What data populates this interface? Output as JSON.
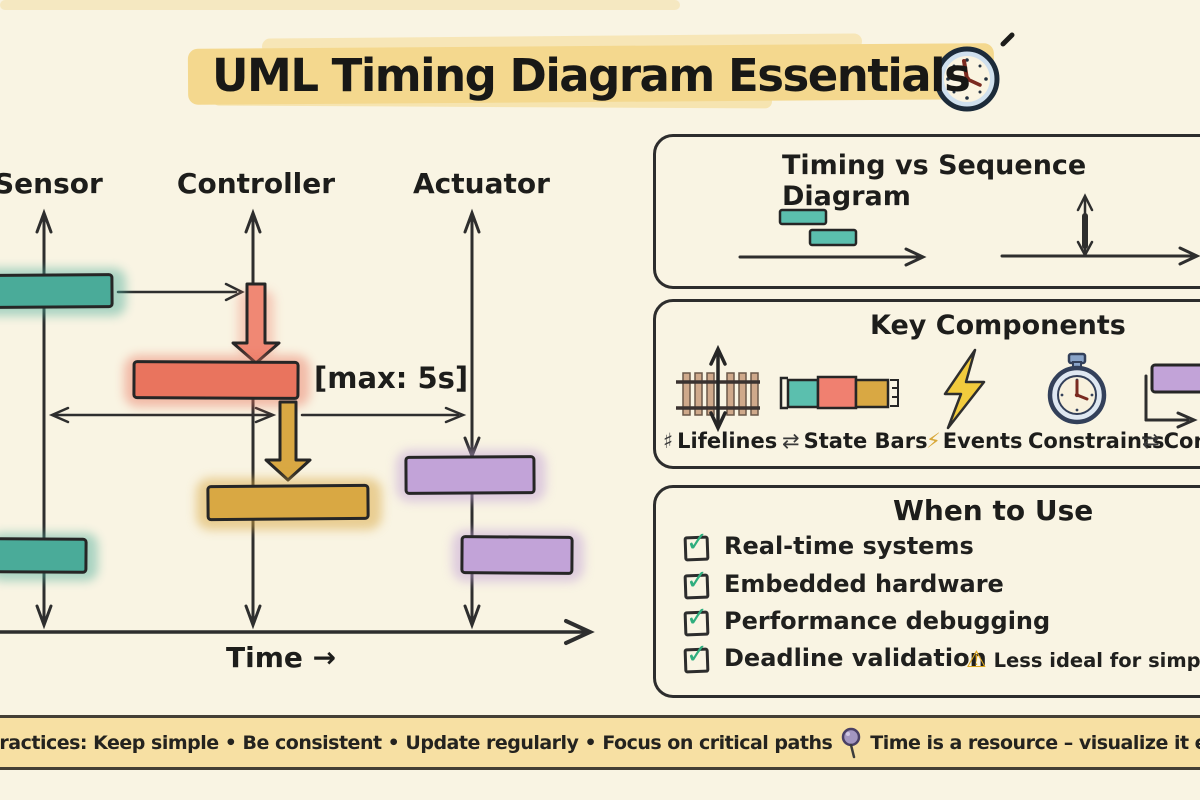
{
  "title": {
    "text": "UML Timing Diagram Essentials",
    "icon": "clock-icon"
  },
  "colors": {
    "background": "#f9f4e3",
    "highlight": "#f4d88e",
    "teal": "#4aab99",
    "salmon": "#e9745e",
    "salmon_arrow": "#f08874",
    "gold": "#d9a843",
    "purple": "#c2a3d8",
    "ink": "#2e2e2e",
    "banner_yellow": "#f7e0a3",
    "check_green": "#2fae7e",
    "warning_gold": "#e0a81f"
  },
  "timing_diagram": {
    "lifelines": [
      {
        "label": "Sensor"
      },
      {
        "label": "Controller"
      },
      {
        "label": "Actuator"
      }
    ],
    "constraint_label": "[max: 5s]",
    "time_axis_label": "Time →"
  },
  "panels": {
    "comparison": {
      "title": "Timing vs Sequence Diagram"
    },
    "components": {
      "title": "Key Components",
      "items": [
        {
          "glyph": "♯",
          "label": "Lifelines",
          "icon": "railway-track-icon"
        },
        {
          "glyph": "⇄",
          "label": "State Bars",
          "icon": "state-bars-icon"
        },
        {
          "glyph": "⚡",
          "label": "Events",
          "icon": "lightning-bolt-icon"
        },
        {
          "glyph": "",
          "label": "Constraints",
          "icon": "stopwatch-icon"
        },
        {
          "glyph": "⇄",
          "label": "Con",
          "icon": "state-transition-icon"
        }
      ]
    },
    "when_to_use": {
      "title": "When to Use",
      "check_glyph": "✓",
      "items": [
        "Real-time systems",
        "Embedded hardware",
        "Performance debugging",
        "Deadline validation"
      ],
      "warning_glyph": "⚠",
      "warning_text": "Less ideal for simple we"
    }
  },
  "banner": {
    "text_before_pin": "Practices: Keep simple • Be consistent • Update regularly • Focus on critical paths",
    "pin_icon": "pushpin-icon",
    "text_after_pin": "Time is a resource – visualize it effe"
  }
}
